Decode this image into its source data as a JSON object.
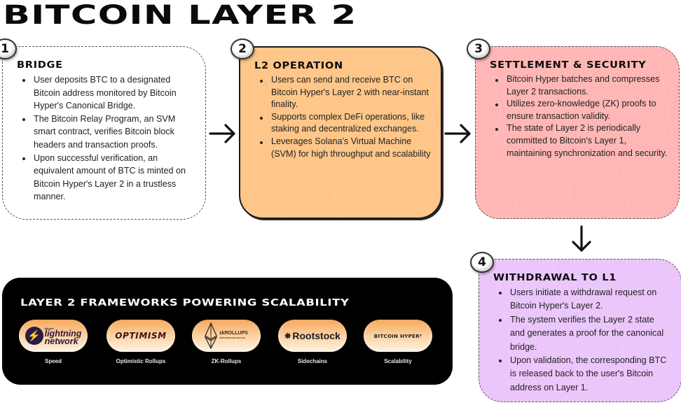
{
  "title": "BITCOIN LAYER 2",
  "steps": [
    {
      "number": "1",
      "title": "BRIDGE",
      "points": [
        "User deposits BTC to a designated Bitcoin address monitored by Bitcoin Hyper's Canonical Bridge.",
        "The Bitcoin Relay Program, an SVM smart contract, verifies Bitcoin block headers and transaction proofs.",
        "Upon successful verification, an equivalent amount of BTC is minted on Bitcoin Hyper's Layer 2 in a trustless manner."
      ],
      "color": "#ffffff"
    },
    {
      "number": "2",
      "title": "L2 OPERATION",
      "points": [
        "Users can send and receive BTC on Bitcoin Hyper's Layer 2 with near-instant finality.",
        "Supports complex DeFi operations, like staking and decentralized exchanges.",
        "Leverages Solana's Virtual Machine (SVM) for high throughput and scalability"
      ],
      "color": "#fec688"
    },
    {
      "number": "3",
      "title": "SETTLEMENT & SECURITY",
      "points": [
        "Bitcoin Hyper batches and compresses Layer 2 transactions.",
        "Utilizes zero-knowledge (ZK) proofs to ensure transaction validity.",
        "The state of Layer 2 is periodically committed to Bitcoin's Layer 1, maintaining synchronization and security."
      ],
      "color": "#feb7b5"
    },
    {
      "number": "4",
      "title": "WITHDRAWAL TO L1",
      "points": [
        "Users initiate a withdrawal request on Bitcoin Hyper's Layer 2.",
        "The system verifies the Layer 2 state and generates a proof for the canonical bridge.",
        "Upon validation, the corresponding BTC is released back to the user's Bitcoin address on Layer 1."
      ],
      "color": "#ebc6fb"
    }
  ],
  "arrows": [
    "right-arrow-icon",
    "right-arrow-icon",
    "down-arrow-icon"
  ],
  "frameworks": {
    "title": "LAYER 2 FRAMEWORKS POWERING SCALABILITY",
    "items": [
      {
        "logo": "lightning network",
        "logo_top": "lightning",
        "logo_bottom": "network",
        "logo_small": "bitcoin",
        "label": "Speed"
      },
      {
        "logo": "OPTIMISM",
        "label": "Optimistic Rollups"
      },
      {
        "logo": "zkROLLUPS",
        "logo_sub": "ZERO KNOWLEDGE ROLLUPS",
        "label": "ZK-Rollups"
      },
      {
        "logo": "Rootstock",
        "label": "Sidechains"
      },
      {
        "logo": "BITCOIN HYPER²",
        "label": "Scalability"
      }
    ]
  }
}
